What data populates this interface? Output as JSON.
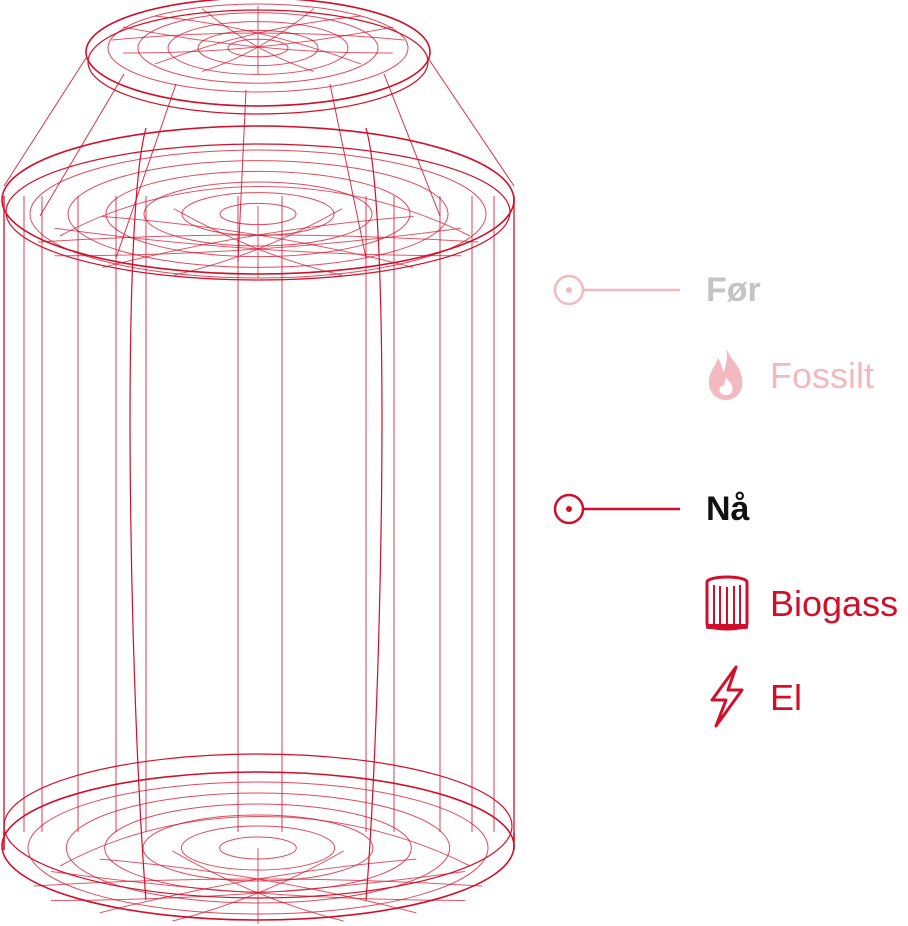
{
  "colors": {
    "accent": "#d0102a",
    "faded_accent": "#f2b9c1",
    "faded_heading": "#c4c4c4",
    "heading": "#111111"
  },
  "legend": {
    "before": {
      "heading": "Før",
      "items": [
        {
          "label": "Fossilt",
          "icon": "flame-icon"
        }
      ]
    },
    "now": {
      "heading": "Nå",
      "items": [
        {
          "label": "Biogass",
          "icon": "biogas-container-icon"
        },
        {
          "label": "El",
          "icon": "lightning-bolt-icon"
        }
      ]
    }
  }
}
